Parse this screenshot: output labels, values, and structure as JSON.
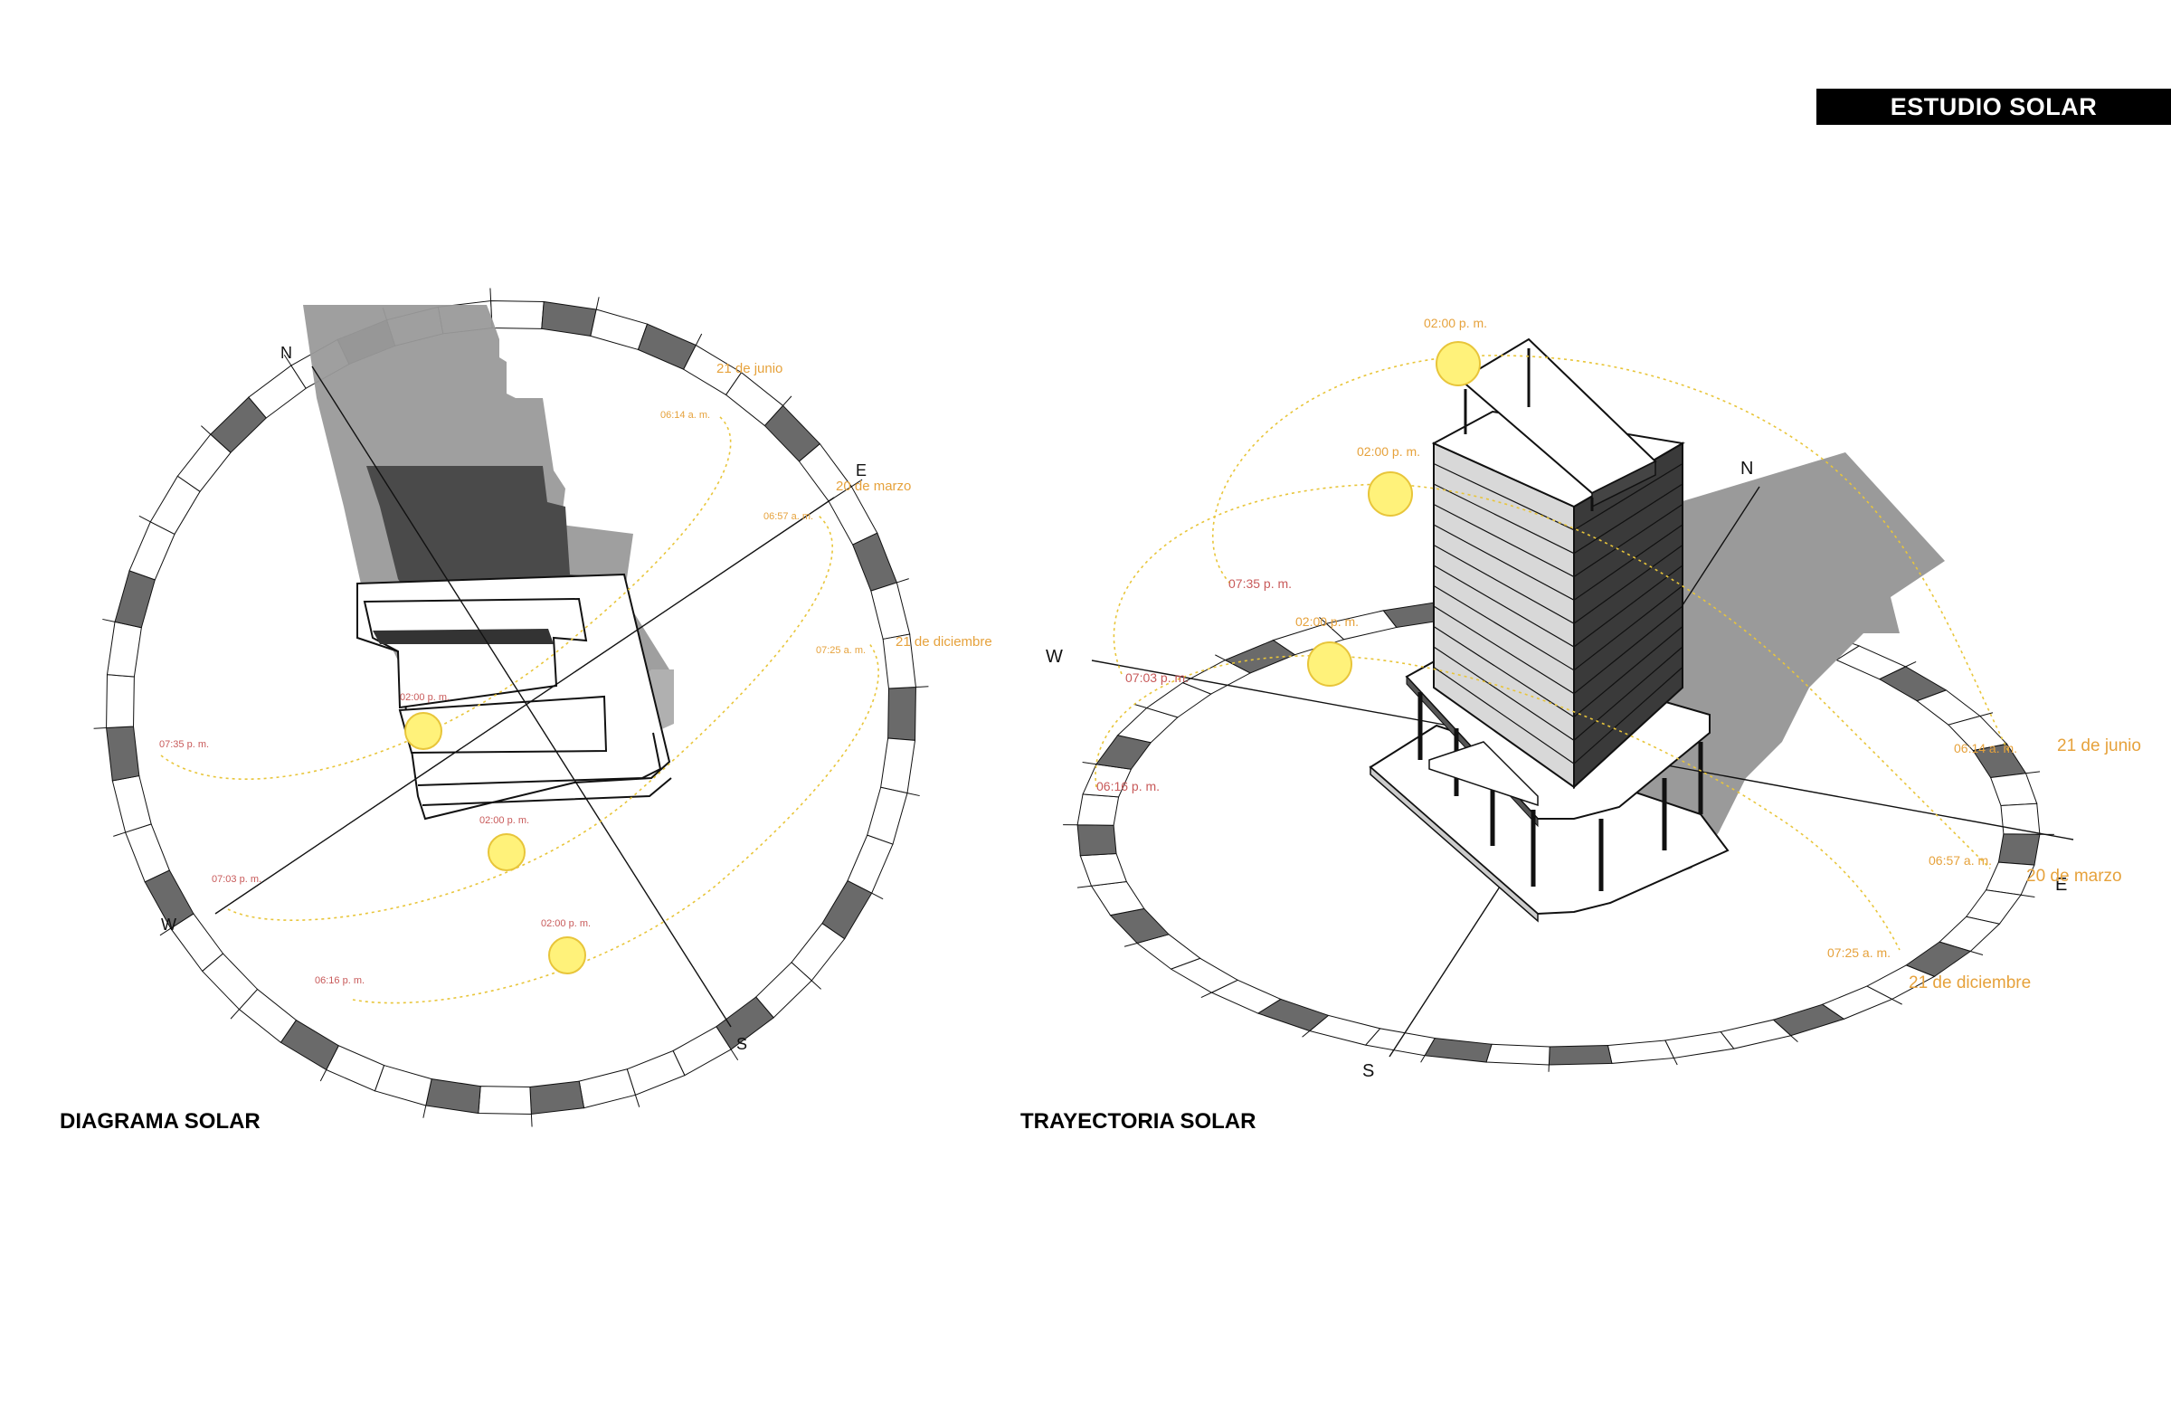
{
  "header": {
    "title": "ESTUDIO SOLAR"
  },
  "left": {
    "caption": "DIAGRAMA SOLAR",
    "compass": {
      "n": "N",
      "e": "E",
      "s": "S",
      "w": "W"
    },
    "dates": {
      "june": "21 de junio",
      "march": "20 de marzo",
      "december": "21 de diciembre"
    },
    "times": {
      "jun_rise": "06:14 a. m.",
      "mar_rise": "06:57 a. m.",
      "dec_rise": "07:25 a. m.",
      "jun_set": "07:35 p. m.",
      "mar_set": "07:03 p. m.",
      "dec_set": "06:16 p. m.",
      "noon_1": "02:00 p. m.",
      "noon_2": "02:00 p. m.",
      "noon_3": "02:00 p. m."
    }
  },
  "right": {
    "caption": "TRAYECTORIA SOLAR",
    "compass": {
      "n": "N",
      "e": "E",
      "s": "S",
      "w": "W"
    },
    "dates": {
      "june": "21 de junio",
      "march": "20 de marzo",
      "december": "21 de diciembre"
    },
    "times": {
      "jun_rise": "06:14 a. m.",
      "mar_rise": "06:57 a. m.",
      "dec_rise": "07:25 a. m.",
      "jun_set": "07:35 p. m.",
      "mar_set": "07:03 p. m.",
      "dec_set": "06:16 p. m.",
      "noon_1": "02:00 p. m.",
      "noon_2": "02:00 p. m.",
      "noon_3": "02:00 p. m."
    }
  },
  "colors": {
    "path": "#e8c53a",
    "sun": "#fff27a",
    "label_orange": "#e6a23c",
    "label_red": "#c85a5a",
    "shadow": "#9a9a9a"
  }
}
